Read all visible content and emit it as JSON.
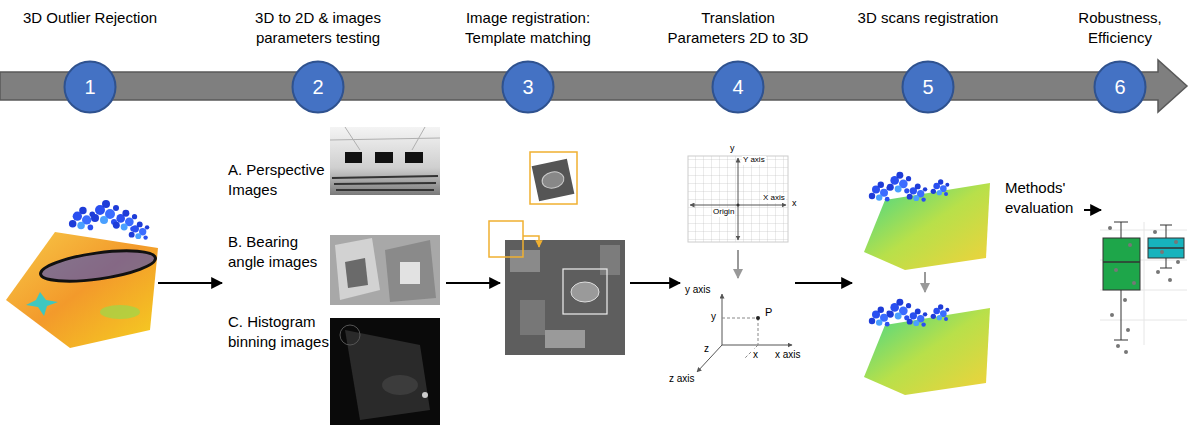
{
  "diagram": {
    "nodes": [
      {
        "text": [
          "3D Outlier Rejection",
          "1"
        ]
      },
      {
        "text": [
          "3D to 2D & images parameters testing",
          "2"
        ]
      },
      {
        "text": [
          "Image registration: Template matching",
          "3"
        ]
      },
      {
        "text": [
          "Translation Parameters 2D to 3D",
          "4"
        ]
      },
      {
        "text": [
          "3D scans registration",
          "5"
        ]
      },
      {
        "text": [
          "Robustness, Efficiency",
          "6"
        ]
      }
    ],
    "labels": [
      "A. Perspective Images",
      "B. Bearing angle images",
      "C. Histogram binning images",
      "y",
      "Y axis",
      "X axis",
      "Origin",
      "x",
      "y axis",
      "y",
      "P",
      "x",
      "z",
      "z axis",
      "x axis",
      "Methods' evaluation"
    ]
  }
}
